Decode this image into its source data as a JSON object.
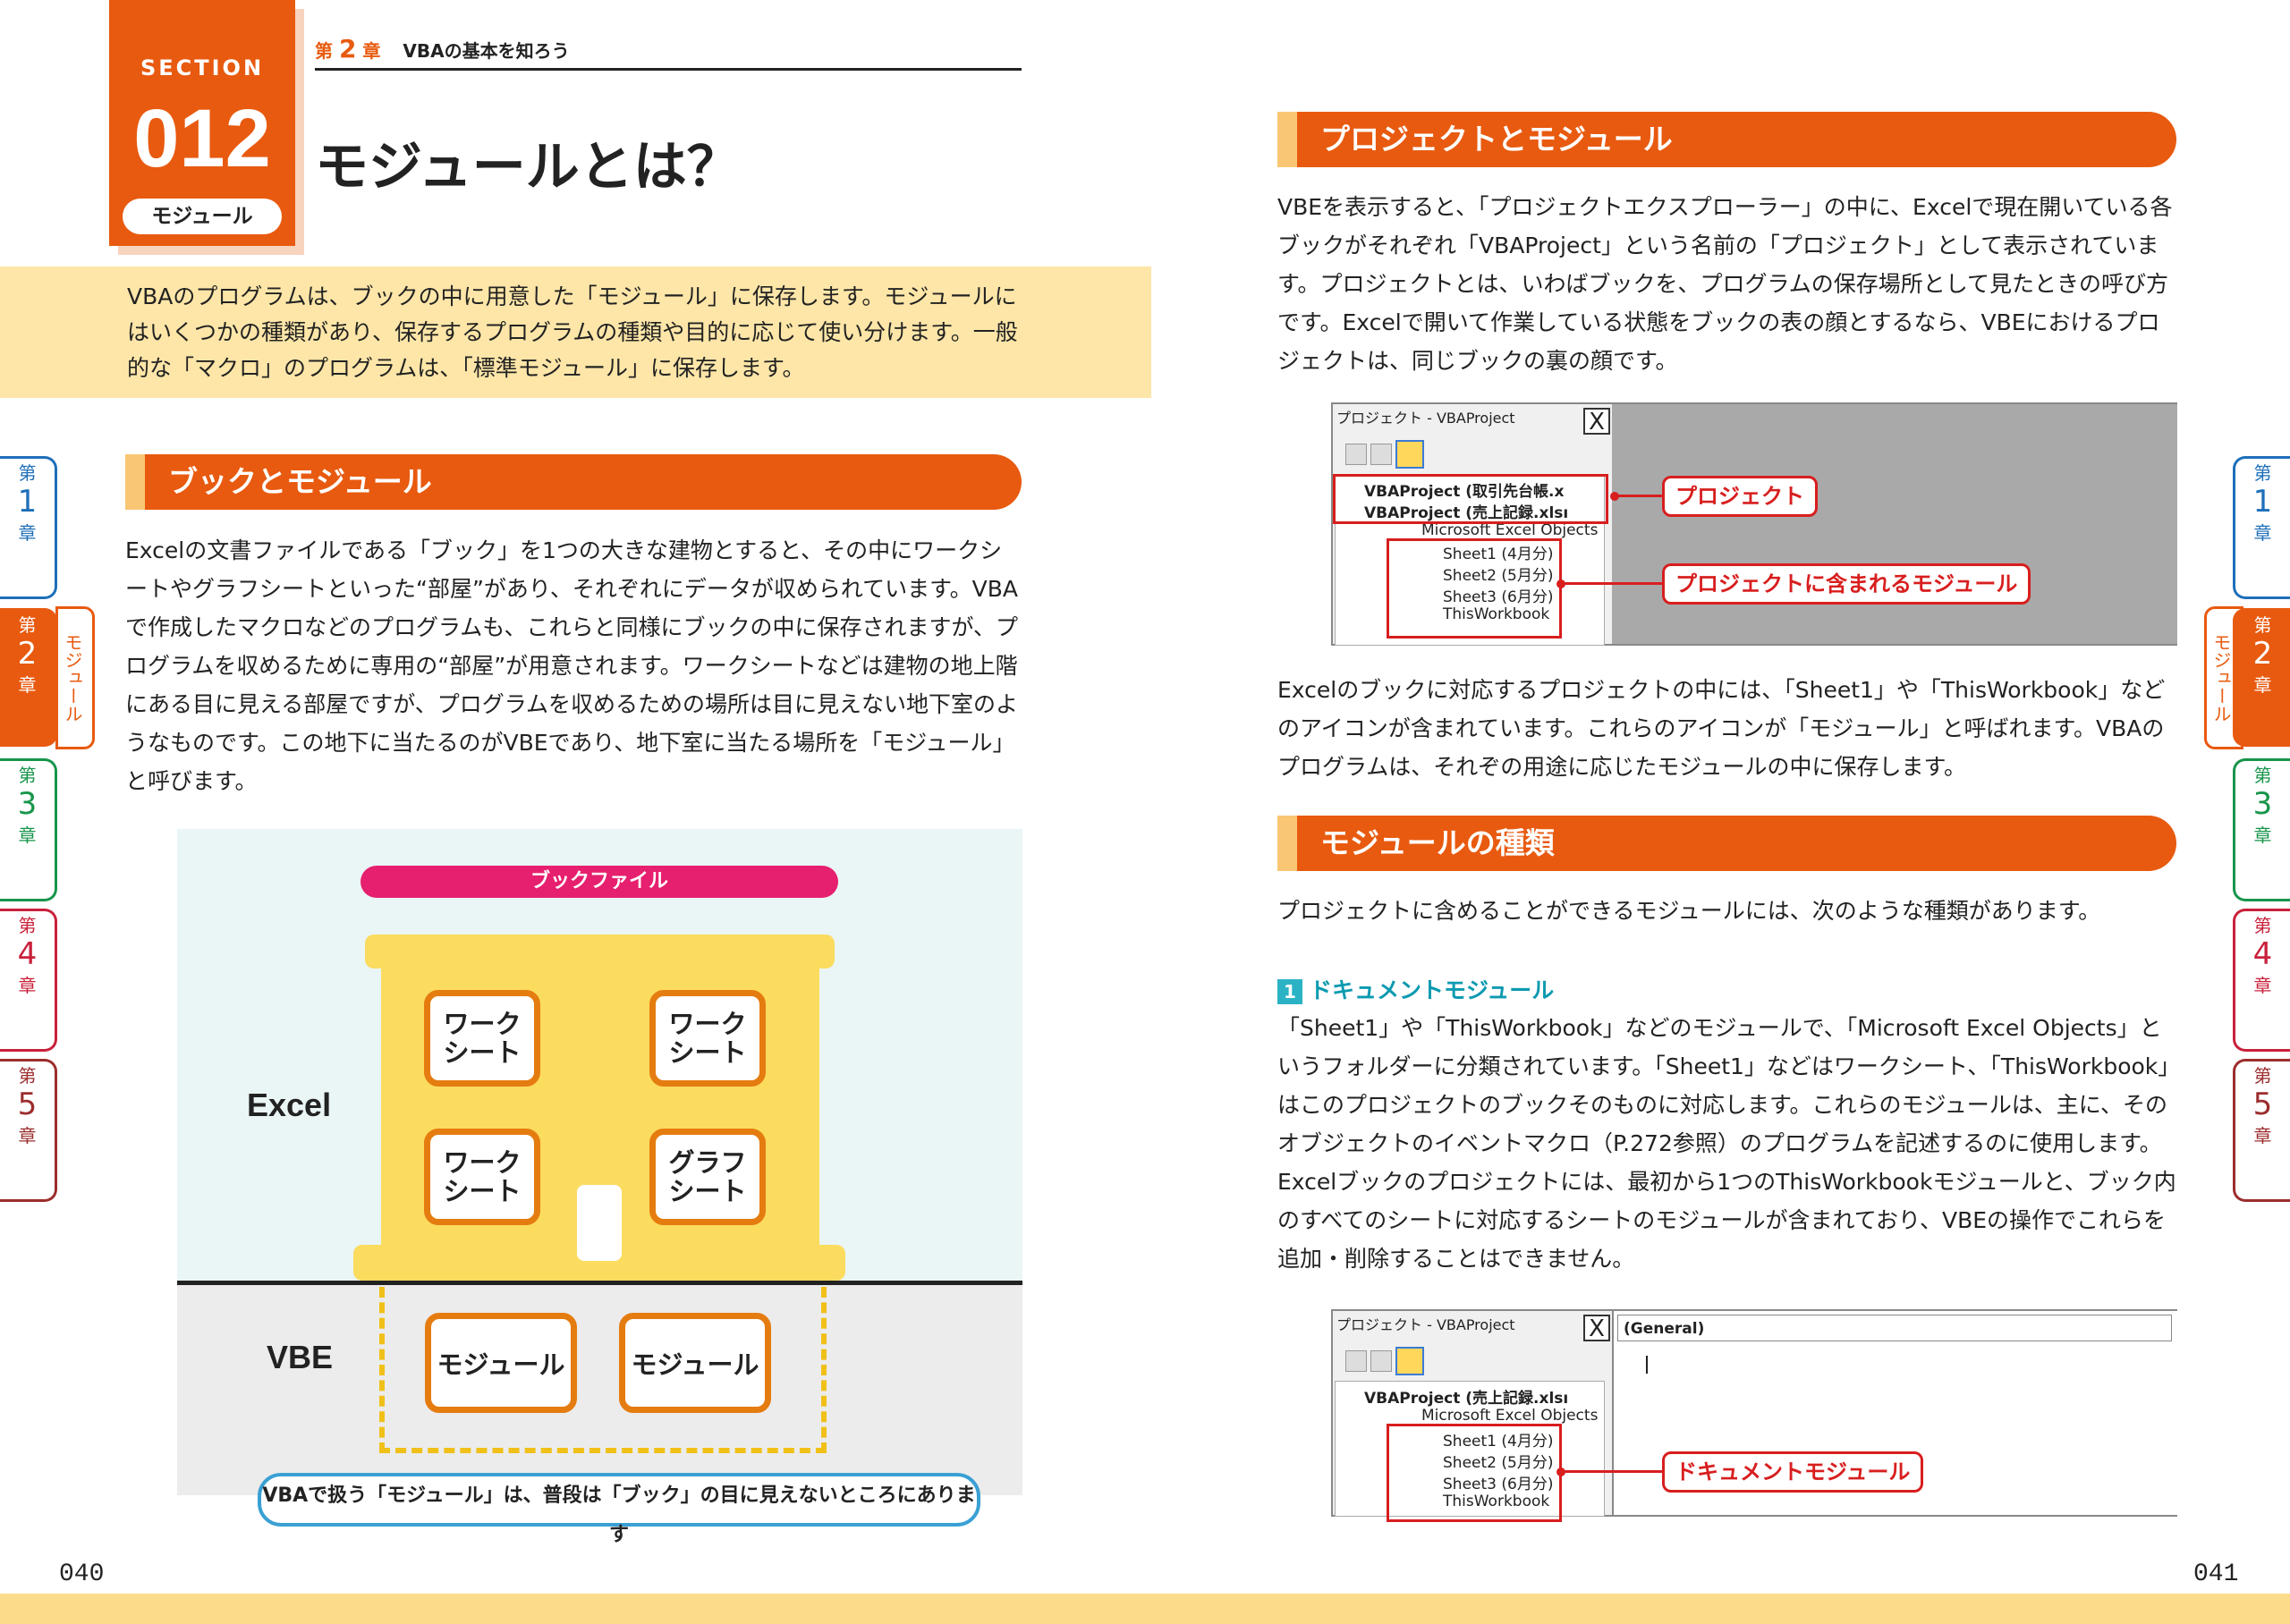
{
  "header": {
    "section_label": "SECTION",
    "section_number": "012",
    "section_tag": "モジュール",
    "chapter_prefix": "第",
    "chapter_num": "2",
    "chapter_suffix": "章",
    "chapter_title": "VBAの基本を知ろう",
    "page_title": "モジュールとは？"
  },
  "intro": "VBAのプログラムは、ブックの中に用意した「モジュール」に保存します。モジュールにはいくつかの種類があり、保存するプログラムの種類や目的に応じて使い分けます。一般的な「マクロ」のプログラムは、「標準モジュール」に保存します。",
  "left": {
    "heading": "ブックとモジュール",
    "body": "Excelの文書ファイルである「ブック」を1つの大きな建物とすると、その中にワークシートやグラフシートといった“部屋”があり、それぞれにデータが収められています。VBAで作成したマクロなどのプログラムも、これらと同様にブックの中に保存されますが、プログラムを収めるために専用の“部屋”が用意されます。ワークシートなどは建物の地上階にある目に見える部屋ですが、プログラムを収めるための場所は目に見えない地下室のようなものです。この地下に当たるのがVBEであり、地下室に当たる場所を「モジュール」と呼びます。",
    "illustration": {
      "file_label": "ブックファイル",
      "excel_label": "Excel",
      "vbe_label": "VBE",
      "rooms": [
        "ワーク\nシート",
        "ワーク\nシート",
        "ワーク\nシート",
        "グラフ\nシート"
      ],
      "modules": [
        "モジュール",
        "モジュール"
      ],
      "caption": "VBAで扱う「モジュール」は、普段は「ブック」の目に見えないところにあります"
    }
  },
  "right": {
    "heading1": "プロジェクトとモジュール",
    "body1": "VBEを表示すると、「プロジェクトエクスプローラー」の中に、Excelで現在開いている各ブックがそれぞれ「VBAProject」という名前の「プロジェクト」として表示されています。プロジェクトとは、いわばブックを、プログラムの保存場所として見たときの呼び方です。Excelで開いて作業している状態をブックの表の顔とするなら、VBEにおけるプロジェクトは、同じブックの裏の顔です。",
    "shot1": {
      "title": "プロジェクト - VBAProject",
      "close": "X",
      "project1": "VBAProject (取引先台帳.x",
      "project2": "VBAProject (売上記録.xlsı",
      "folder": "Microsoft Excel Objects",
      "items": [
        "Sheet1 (4月分)",
        "Sheet2 (5月分)",
        "Sheet3 (6月分)",
        "ThisWorkbook"
      ],
      "callout1": "プロジェクト",
      "callout2": "プロジェクトに含まれるモジュール"
    },
    "body2": "Excelのブックに対応するプロジェクトの中には、「Sheet1」や「ThisWorkbook」などのアイコンが含まれています。これらのアイコンが「モジュール」と呼ばれます。VBAのプログラムは、それぞの用途に応じたモジュールの中に保存します。",
    "heading2": "モジュールの種類",
    "body3": "プロジェクトに含めることができるモジュールには、次のような種類があります。",
    "sub_num": "1",
    "sub_heading": "ドキュメントモジュール",
    "body4": "「Sheet1」や「ThisWorkbook」などのモジュールで、「Microsoft Excel Objects」というフォルダーに分類されています。「Sheet1」などはワークシート、「ThisWorkbook」はこのプロジェクトのブックそのものに対応します。これらのモジュールは、主に、そのオブジェクトのイベントマクロ（P.272参照）のプログラムを記述するのに使用します。",
    "body5": "Excelブックのプロジェクトには、最初から1つのThisWorkbookモジュールと、ブック内のすべてのシートに対応するシートのモジュールが含まれており、VBEの操作でこれらを追加・削除することはできません。",
    "shot2": {
      "title": "プロジェクト - VBAProject",
      "close": "X",
      "general": "(General)",
      "project": "VBAProject (売上記録.xlsı",
      "folder": "Microsoft Excel Objects",
      "items": [
        "Sheet1 (4月分)",
        "Sheet2 (5月分)",
        "Sheet3 (6月分)",
        "ThisWorkbook"
      ],
      "callout": "ドキュメントモジュール"
    }
  },
  "tabs": {
    "prefix": "第",
    "suffix": "章",
    "numbers": [
      "1",
      "2",
      "3",
      "4",
      "5"
    ],
    "active_side_label": "モジュール"
  },
  "footer": {
    "left_page": "040",
    "right_page": "041"
  },
  "colors": {
    "accent": "#e85a0f",
    "intro_bg": "#fde6a8",
    "pink": "#e61f6e",
    "callout_red": "#d81e1e"
  }
}
